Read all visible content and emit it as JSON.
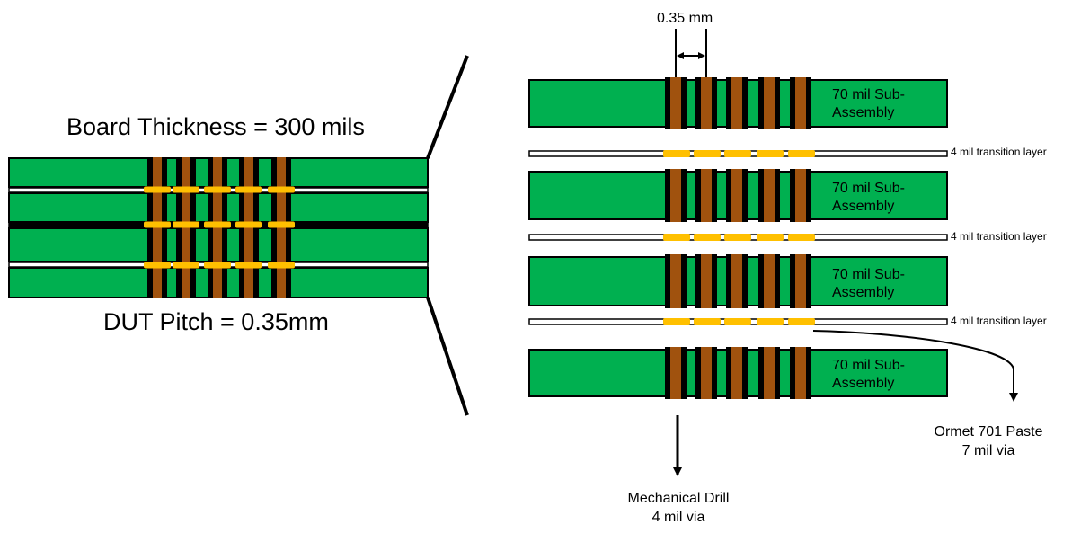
{
  "left_board": {
    "thickness_label": "Board Thickness = 300 mils",
    "pitch_label": "DUT Pitch = 0.35mm"
  },
  "right_stack": {
    "pitch_dimension": "0.35 mm",
    "subassemblies": [
      {
        "label": "70 mil Sub-Assembly"
      },
      {
        "label": "70 mil Sub-Assembly"
      },
      {
        "label": "70 mil Sub-Assembly"
      },
      {
        "label": "70 mil Sub-Assembly"
      }
    ],
    "transition_layers": [
      {
        "label": "4 mil transition layer"
      },
      {
        "label": "4 mil transition layer"
      },
      {
        "label": "4 mil transition layer"
      }
    ],
    "callouts": {
      "paste_line1": "Ormet 701 Paste",
      "paste_line2": "7 mil via",
      "drill_line1": "Mechanical Drill",
      "drill_line2": "4 mil via"
    }
  },
  "colors": {
    "board_green": "#00B050",
    "via_brown": "#A0520E",
    "paste_yellow": "#FFC000",
    "outline": "#000000"
  },
  "icons": [
    "dimension-arrow-icon",
    "callout-arrow-icon"
  ]
}
